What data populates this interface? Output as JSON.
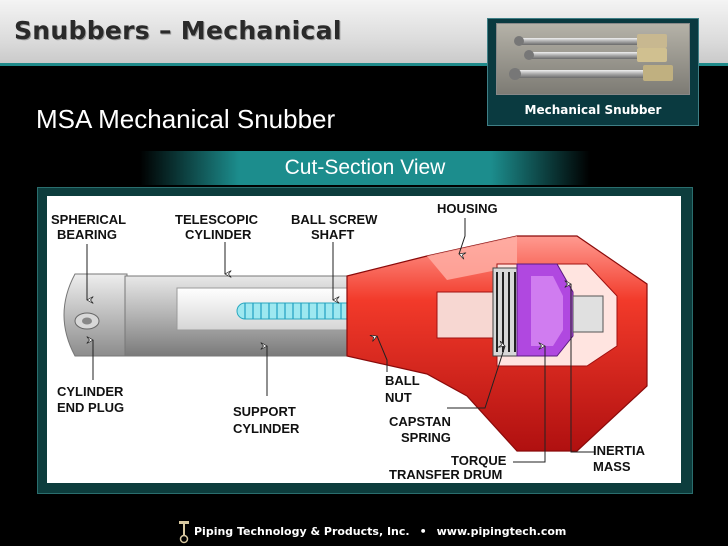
{
  "slide": {
    "title": "Snubbers – Mechanical",
    "subtitle": "MSA Mechanical Snubber",
    "section_banner": "Cut-Section View",
    "photo_caption": "Mechanical Snubber"
  },
  "diagram": {
    "labels": {
      "spherical_bearing": [
        "SPHERICAL",
        "BEARING"
      ],
      "telescopic_cylinder": [
        "TELESCOPIC",
        "CYLINDER"
      ],
      "ball_screw_shaft": [
        "BALL SCREW",
        "SHAFT"
      ],
      "housing": [
        "HOUSING"
      ],
      "cylinder_end_plug": [
        "CYLINDER",
        "END PLUG"
      ],
      "support_cylinder": [
        "SUPPORT",
        "CYLINDER"
      ],
      "ball_nut": [
        "BALL",
        "NUT"
      ],
      "capstan_spring": [
        "CAPSTAN",
        "SPRING"
      ],
      "torque_transfer_drum": [
        "TORQUE",
        "TRANSFER DRUM"
      ],
      "inertia_mass": [
        "INERTIA",
        "MASS"
      ]
    }
  },
  "footer": {
    "company": "Piping Technology & Products, Inc.",
    "separator": "•",
    "website": "www.pipingtech.com"
  },
  "colors": {
    "accent_teal": "#1c8d8d",
    "housing_red": "#e8201e",
    "spring_cyan": "#40c8d8",
    "drum_purple": "#b040d8"
  }
}
